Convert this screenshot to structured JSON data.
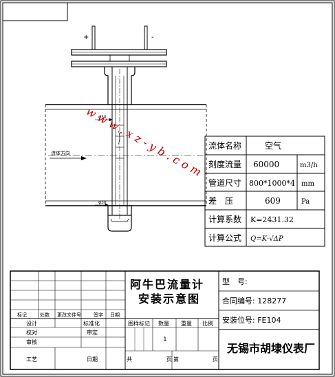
{
  "drawing": {
    "terminals": {
      "plus": "+",
      "minus": "-"
    },
    "dims": {
      "upper": "φ30",
      "lower": "φ30"
    },
    "flow_direction": "流体方向",
    "watermark": "w w w . x z - y b . c o m"
  },
  "spec_table": {
    "rows": [
      {
        "label": "流体名称",
        "value": "空气",
        "unit": ""
      },
      {
        "label": "刻度流量",
        "value": "60000",
        "unit": "m3/h"
      },
      {
        "label": "管道尺寸",
        "value": "800*1000*4",
        "unit": "mm"
      },
      {
        "label": "差　压",
        "value": "609",
        "unit": "Pa"
      },
      {
        "label": "计算系数",
        "value": "K=2431.32",
        "unit": ""
      },
      {
        "label": "计算公式",
        "value": "Q=K·√ΔP",
        "unit": ""
      }
    ]
  },
  "title_block": {
    "title_line1": "阿牛巴流量计",
    "title_line2": "安装示意图",
    "model": "型　号:",
    "contract": "合同编号: 128277",
    "position": "安装位号: FE104",
    "company": "无锡市胡埭仪表厂",
    "rev_headers": [
      "标记",
      "处数",
      "更改文件号",
      "签字",
      "日期"
    ],
    "labels": {
      "design": "设计",
      "standardize": "标准化",
      "proofread": "校对",
      "review": "审定",
      "audit": "审核",
      "craft": "工艺",
      "date": "日期",
      "stage_mark": "图样标记",
      "quantity": "数量",
      "weight": "重量",
      "scale": "比例",
      "qty_value": "1",
      "sheet_total": "共",
      "sheet_unit": "页",
      "sheet_no": "第",
      "sheet_unit2": "页"
    }
  }
}
